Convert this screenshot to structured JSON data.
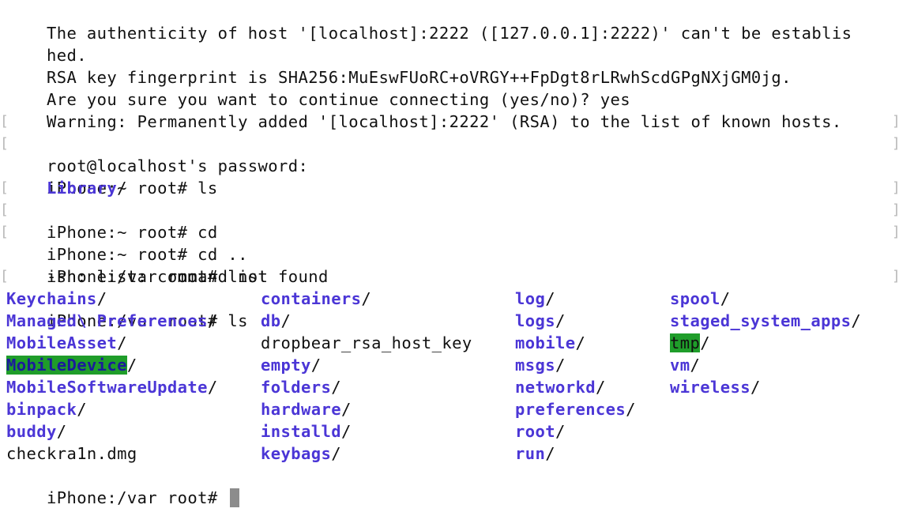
{
  "terminal": {
    "lines": [
      "The authenticity of host '[localhost]:2222 ([127.0.0.1]:2222)' can't be establis",
      "hed.",
      "RSA key fingerprint is SHA256:MuEswFUoRC+oVRGY++FpDgt8rLRwhScdGPgNXjGM0jg.",
      "Are you sure you want to continue connecting (yes/no)? yes",
      "Warning: Permanently added '[localhost]:2222' (RSA) to the list of known hosts.",
      "root@localhost's password:",
      "iPhone:~ root# ls",
      "iPhone:~ root# cd",
      "iPhone:~ root# cd ..",
      "iPhone:/var root# list",
      "-sh: list: command not found",
      "iPhone:/var root# ls",
      "iPhone:/var root# "
    ],
    "ls_home": {
      "name": "Library",
      "suffix": "/"
    },
    "ls_var": [
      [
        {
          "name": "Keychains",
          "suffix": "/",
          "type": "dir"
        },
        {
          "name": "containers",
          "suffix": "/",
          "type": "dir"
        },
        {
          "name": "log",
          "suffix": "/",
          "type": "dir"
        },
        {
          "name": "spool",
          "suffix": "/",
          "type": "dir"
        }
      ],
      [
        {
          "name": "Managed\\ Preferences",
          "suffix": "/",
          "type": "dir"
        },
        {
          "name": "db",
          "suffix": "/",
          "type": "dir"
        },
        {
          "name": "logs",
          "suffix": "/",
          "type": "dir"
        },
        {
          "name": "staged_system_apps",
          "suffix": "/",
          "type": "dir"
        }
      ],
      [
        {
          "name": "MobileAsset",
          "suffix": "/",
          "type": "dir"
        },
        {
          "name": "dropbear_rsa_host_key",
          "suffix": "",
          "type": "file"
        },
        {
          "name": "mobile",
          "suffix": "/",
          "type": "dir"
        },
        {
          "name": "tmp",
          "suffix": "/",
          "type": "sticky"
        }
      ],
      [
        {
          "name": "MobileDevice",
          "suffix": "/",
          "type": "other-writable"
        },
        {
          "name": "empty",
          "suffix": "/",
          "type": "dir"
        },
        {
          "name": "msgs",
          "suffix": "/",
          "type": "dir"
        },
        {
          "name": "vm",
          "suffix": "/",
          "type": "dir"
        }
      ],
      [
        {
          "name": "MobileSoftwareUpdate",
          "suffix": "/",
          "type": "dir"
        },
        {
          "name": "folders",
          "suffix": "/",
          "type": "dir"
        },
        {
          "name": "networkd",
          "suffix": "/",
          "type": "dir"
        },
        {
          "name": "wireless",
          "suffix": "/",
          "type": "dir"
        }
      ],
      [
        {
          "name": "binpack",
          "suffix": "/",
          "type": "dir"
        },
        {
          "name": "hardware",
          "suffix": "/",
          "type": "dir"
        },
        {
          "name": "preferences",
          "suffix": "/",
          "type": "dir"
        }
      ],
      [
        {
          "name": "buddy",
          "suffix": "/",
          "type": "dir"
        },
        {
          "name": "installd",
          "suffix": "/",
          "type": "dir"
        },
        {
          "name": "root",
          "suffix": "/",
          "type": "dir"
        }
      ],
      [
        {
          "name": "checkra1n.dmg",
          "suffix": "",
          "type": "file"
        },
        {
          "name": "keybags",
          "suffix": "/",
          "type": "dir"
        },
        {
          "name": "run",
          "suffix": "/",
          "type": "dir"
        }
      ]
    ],
    "colors": {
      "background": "#ffffff",
      "text": "#111111",
      "directory": "#4b36d6",
      "highlight": "#1f9d2a",
      "cursor": "#8c8c8c"
    }
  }
}
